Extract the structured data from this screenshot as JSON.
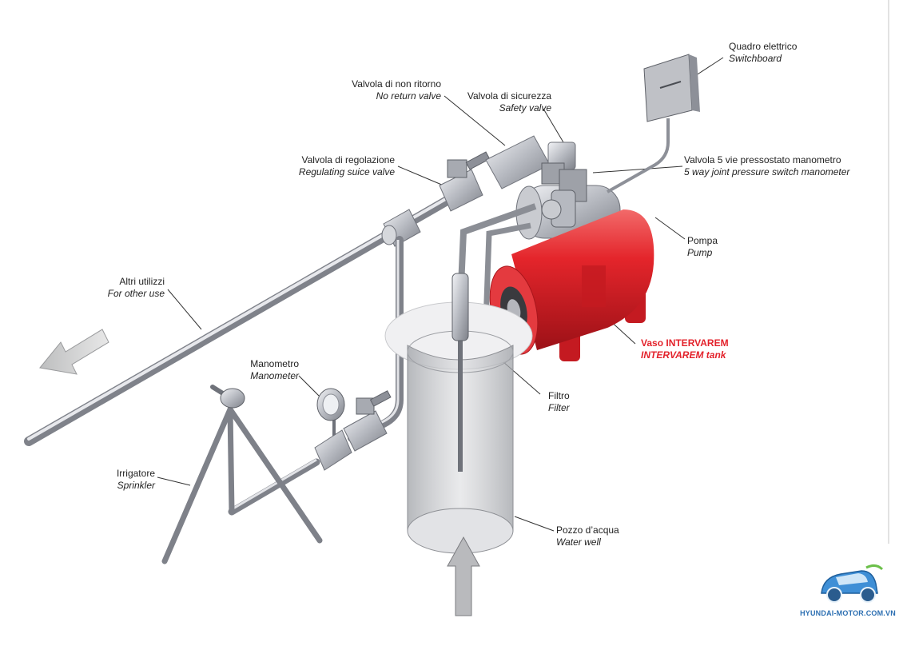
{
  "labels": {
    "switchboard": {
      "it": "Quadro elettrico",
      "en": "Switchboard"
    },
    "no_return_valve": {
      "it": "Valvola di non ritorno",
      "en": "No return valve"
    },
    "safety_valve": {
      "it": "Valvola di sicurezza",
      "en": "Safety valve"
    },
    "regulating_valve": {
      "it": "Valvola di regolazione",
      "en": "Regulating suice valve"
    },
    "five_way_joint": {
      "it": "Valvola 5 vie pressostato manometro",
      "en": "5 way joint pressure switch manometer"
    },
    "pump": {
      "it": "Pompa",
      "en": "Pump"
    },
    "other_use": {
      "it": "Altri utilizzi",
      "en": "For other use"
    },
    "tank": {
      "it": "Vaso INTERVAREM",
      "en": "INTERVAREM tank"
    },
    "manometer": {
      "it": "Manometro",
      "en": "Manometer"
    },
    "filter": {
      "it": "Filtro",
      "en": "Filter"
    },
    "sprinkler": {
      "it": "Irrigatore",
      "en": "Sprinkler"
    },
    "water_well": {
      "it": "Pozzo d’acqua",
      "en": "Water well"
    }
  },
  "watermark": {
    "text": "HYUNDAI-MOTOR.COM.VN"
  },
  "colors": {
    "tank": "#e4252b",
    "pipe": "#b9bcc2",
    "label_red": "#e3222b",
    "watermark": "#2c6fb2"
  }
}
